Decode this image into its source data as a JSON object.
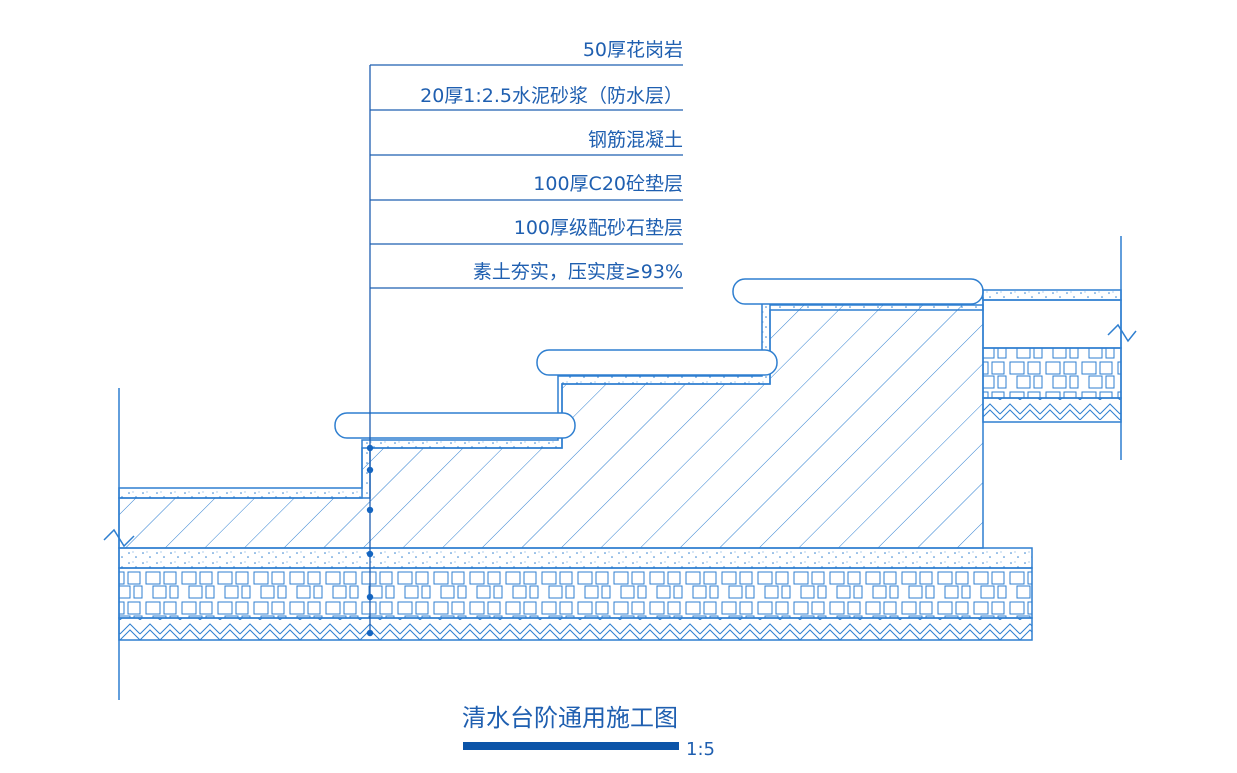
{
  "drawing": {
    "layers": [
      "50厚花岗岩",
      "20厚1:2.5水泥砂浆（防水层）",
      "钢筋混凝土",
      "100厚C20砼垫层",
      "100厚级配砂石垫层",
      "素土夯实，压实度≥93%"
    ],
    "title": "清水台阶通用施工图",
    "scale": "1:5"
  },
  "colors": {
    "line": "#2f7fd0",
    "text": "#1f5fb0",
    "title_bar": "#0b54a8"
  }
}
